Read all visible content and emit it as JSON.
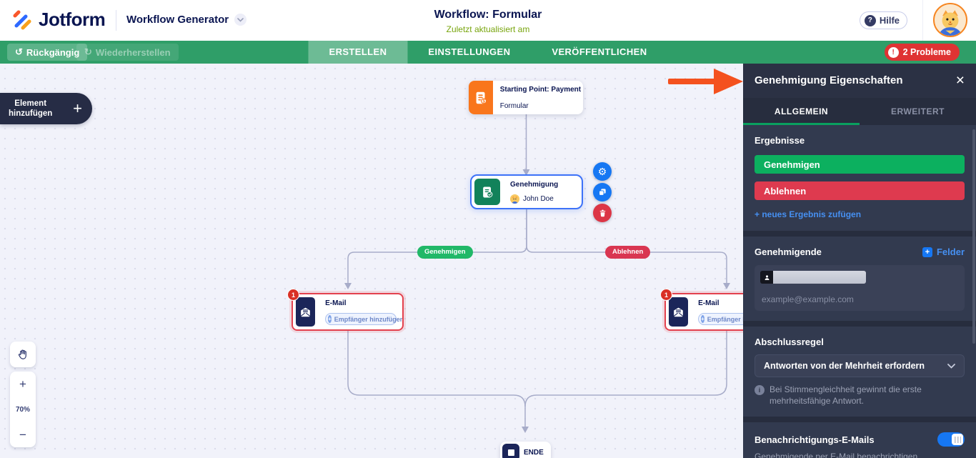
{
  "colors": {
    "brand_navy": "#0A1551",
    "toolbar_green": "#2F9E68",
    "lime_green": "#78A50D",
    "success_green": "#0CB05F",
    "danger_red": "#DE3A4F",
    "problems_red": "#DF3333",
    "link_blue": "#4690F2",
    "accent_blue": "#1677F3",
    "panel_navy": "#2B3144",
    "canvas_bg": "#F1F2FA",
    "start_orange": "#F9761C",
    "approval_green": "#12825A",
    "email_navy": "#1B2559",
    "selection_blue": "#3D72F8",
    "error_border_red": "#E3414E",
    "pointer_orange": "#F4511E"
  },
  "header": {
    "logo_text": "Jotform",
    "app_name": "Workflow Generator",
    "title": "Workflow: Formular",
    "subtitle": "Zuletzt aktualisiert am",
    "help_label": "Hilfe"
  },
  "toolbar": {
    "undo_label": "Rückgängig",
    "redo_label": "Wiederherstellen",
    "tabs": [
      {
        "label": "ERSTELLEN",
        "active": true
      },
      {
        "label": "EINSTELLUNGEN",
        "active": false
      },
      {
        "label": "VERÖFFENTLICHEN",
        "active": false
      }
    ],
    "problems_label": "2 Probleme"
  },
  "canvas": {
    "add_element": {
      "line1": "Element",
      "line2": "hinzufügen"
    },
    "zoom_level": "70%",
    "branch_labels": {
      "approve": "Genehmigen",
      "reject": "Ablehnen"
    },
    "nodes": {
      "start": {
        "title": "Starting Point: Payment Form",
        "subtitle": "Formular"
      },
      "approval": {
        "title": "Genehmigung",
        "assignee": "John Doe"
      },
      "email_left": {
        "badge": "1",
        "title": "E-Mail",
        "button": "Empfänger hinzufügen"
      },
      "email_right": {
        "badge": "1",
        "title": "E-Mail",
        "button": "Empfänger hinzufügen"
      },
      "end": {
        "label": "ENDE"
      }
    }
  },
  "panel": {
    "title": "Genehmigung Eigenschaften",
    "tabs": [
      {
        "label": "ALLGEMEIN",
        "active": true
      },
      {
        "label": "ERWEITERT",
        "active": false
      }
    ],
    "results": {
      "heading": "Ergebnisse",
      "options": [
        {
          "label": "Genehmigen",
          "color": "#0CB05F"
        },
        {
          "label": "Ablehnen",
          "color": "#DE3A4F"
        }
      ],
      "add_link": "+ neues Ergebnis zufügen"
    },
    "approvers": {
      "heading": "Genehmigende",
      "fields_button": "Felder",
      "placeholder": "example@example.com"
    },
    "completion_rule": {
      "heading": "Abschlussregel",
      "selected_option": "Antworten von der Mehrheit erfordern",
      "info": "Bei Stimmengleichheit gewinnt die erste mehrheitsfähige Antwort."
    },
    "notifications": {
      "heading": "Benachrichtigungs-E-Mails",
      "description": "Genehmigende per E-Mail benachrichtigen.",
      "toggle_on": true
    }
  },
  "icons": {
    "close": "×",
    "plus": "+",
    "minus": "−",
    "help": "?",
    "exclamation": "!",
    "info": "i",
    "gear": "⚙",
    "undo": "↺",
    "redo": "↻"
  }
}
